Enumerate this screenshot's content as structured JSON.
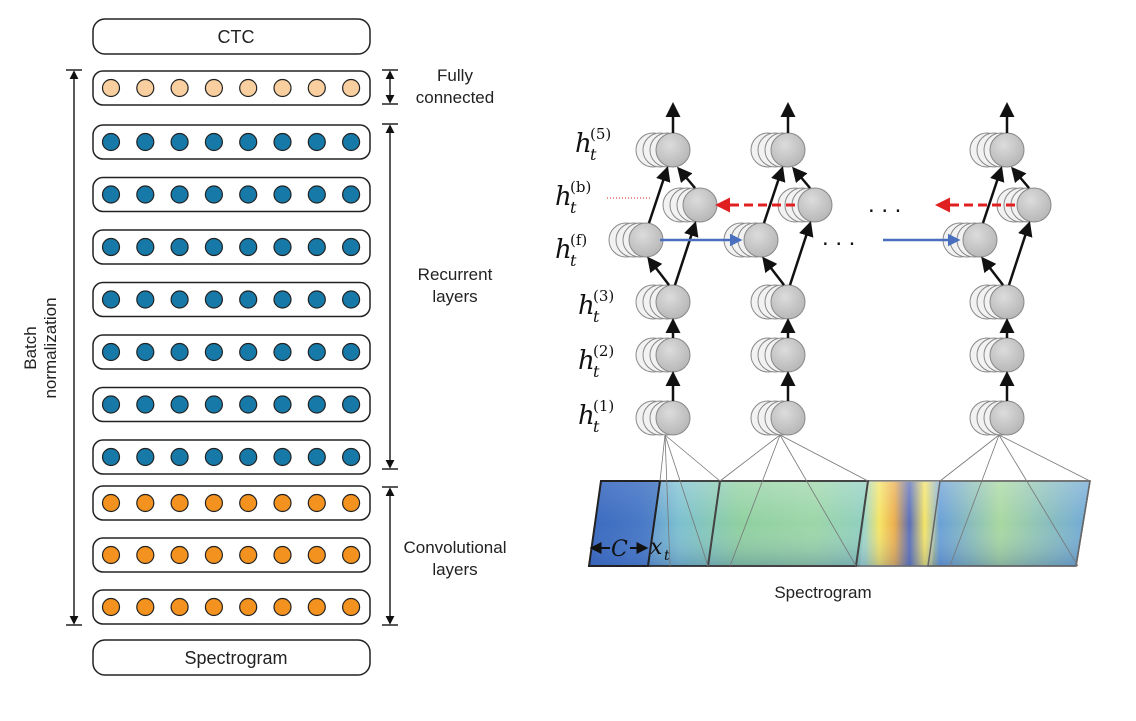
{
  "left": {
    "top_box_label": "CTC",
    "bottom_box_label": "Spectrogram",
    "fully_connected_label": [
      "Fully",
      "connected"
    ],
    "recurrent_label": [
      "Recurrent",
      "layers"
    ],
    "conv_label": [
      "Convolutional",
      "layers"
    ],
    "batch_norm_label": [
      "Batch",
      "normalization"
    ],
    "colors": {
      "fc": "#f9cfa0",
      "recurrent": "#1679a8",
      "conv": "#f3921e"
    }
  },
  "right": {
    "layer_labels": [
      {
        "base": "h",
        "sub": "t",
        "sup": "(5)"
      },
      {
        "base": "h",
        "sub": "t",
        "sup": "(b)"
      },
      {
        "base": "h",
        "sub": "t",
        "sup": "(f)"
      },
      {
        "base": "h",
        "sub": "t",
        "sup": "(3)"
      },
      {
        "base": "h",
        "sub": "t",
        "sup": "(2)"
      },
      {
        "base": "h",
        "sub": "t",
        "sup": "(1)"
      }
    ],
    "context_label": "C",
    "input_label": "x",
    "input_sub": "t",
    "ellipsis": ". . .",
    "spectrogram_caption": "Spectrogram",
    "colors": {
      "node": "#bdbdbd",
      "forward_arrow": "#4a6fbe",
      "backward_arrow": "#e02020"
    }
  }
}
